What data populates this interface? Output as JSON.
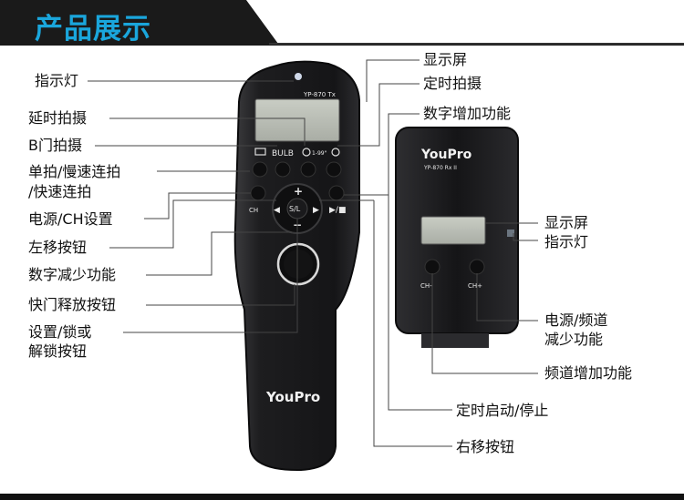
{
  "header": {
    "title": "产品展示"
  },
  "left_labels": {
    "indicator": "指示灯",
    "delay_shot": "延时拍摄",
    "bulb_shot": "B门拍摄",
    "single_line1": "单拍/慢速连拍",
    "single_line2": "/快速连拍",
    "power_ch": "电源/CH设置",
    "left_move": "左移按钮",
    "num_decrease": "数字减少功能",
    "shutter_release": "快门释放按钮",
    "lock_line1": "设置/锁或",
    "lock_line2": "解锁按钮"
  },
  "right_labels": {
    "display": "显示屏",
    "timer_shot": "定时拍摄",
    "num_increase": "数字增加功能",
    "rx_display": "显示屏",
    "rx_indicator": "指示灯",
    "rx_power_line1": "电源/频道",
    "rx_power_line2": "减少功能",
    "channel_increase": "频道增加功能",
    "timer_start_stop": "定时启动/停止",
    "right_move": "右移按钮"
  },
  "transmitter": {
    "model": "YP-870 Tx",
    "bulb": "BULB",
    "timer_sym": "1-99\"",
    "ch": "CH",
    "plus": "+",
    "minus": "−",
    "sl": "S/L",
    "brand": "YouPro"
  },
  "receiver": {
    "brand": "YouPro",
    "model": "YP-870 Rx II",
    "ch_minus": "CH-",
    "ch_plus": "CH+"
  },
  "colors": {
    "title": "#1aa6dc",
    "device": "#1b1b1d",
    "lines": "#444444"
  }
}
